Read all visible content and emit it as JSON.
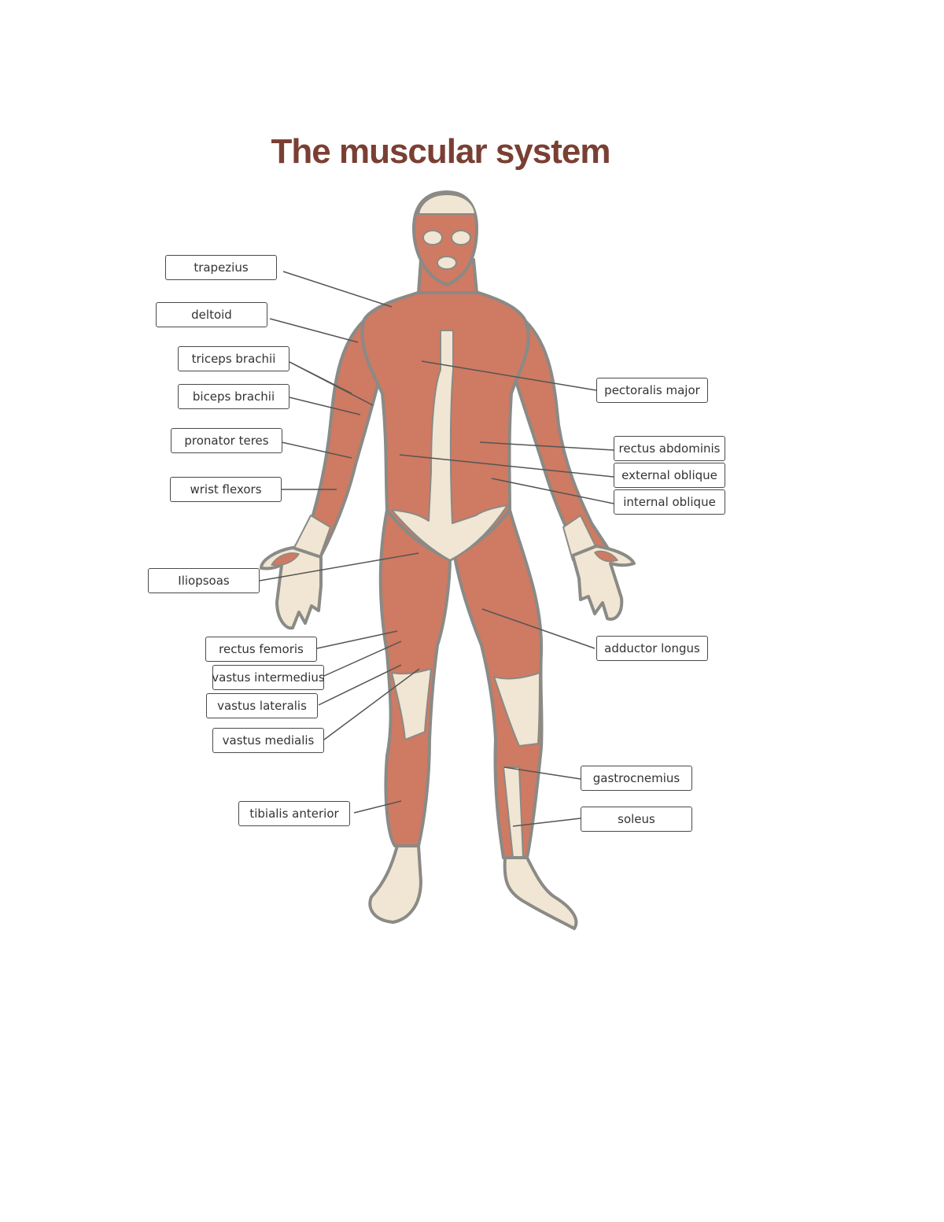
{
  "title": "The muscular system",
  "colors": {
    "title": "#7a3f33",
    "muscle": "#cf7a62",
    "muscle_dark": "#b8604a",
    "outline": "#8a8a86",
    "tendon": "#f1e6d3",
    "leader_line": "#555555"
  },
  "labels": {
    "trapezius": "trapezius",
    "deltoid": "deltoid",
    "triceps_brachii": "triceps brachii",
    "biceps_brachii": "biceps brachii",
    "pronator_teres": "pronator teres",
    "wrist_flexors": "wrist flexors",
    "iliopsoas": "Iliopsoas",
    "rectus_femoris": "rectus femoris",
    "vastus_intermedius": "vastus intermedius",
    "vastus_lateralis": "vastus lateralis",
    "vastus_medialis": "vastus medialis",
    "tibialis_anterior": "tibialis anterior",
    "pectoralis_major": "pectoralis major",
    "rectus_abdominis": "rectus abdominis",
    "external_oblique": "external oblique",
    "internal_oblique": "internal oblique",
    "adductor_longus": "adductor longus",
    "gastrocnemius": "gastrocnemius",
    "soleus": "soleus"
  }
}
